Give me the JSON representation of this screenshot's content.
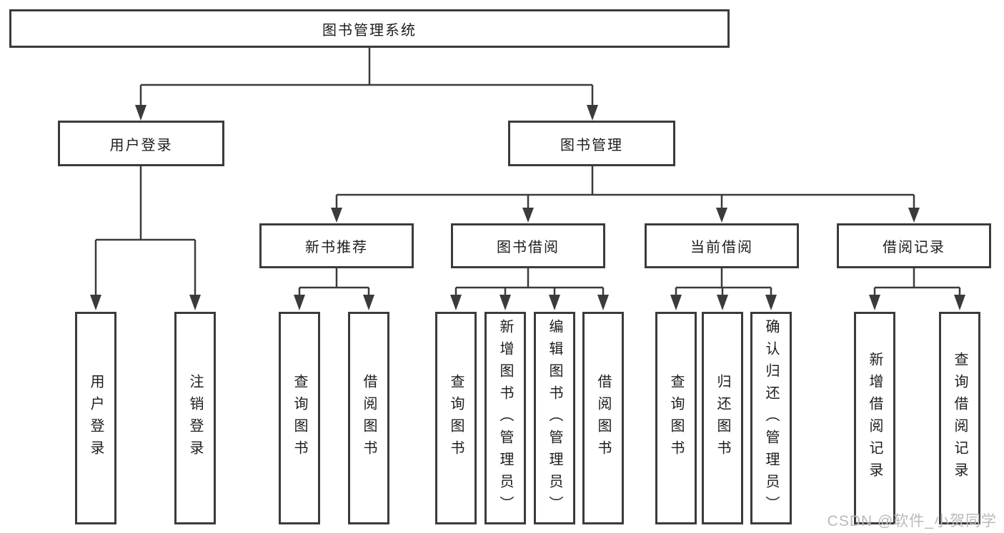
{
  "nodes": {
    "root": "图书管理系统",
    "level2": [
      "用户登录",
      "图书管理"
    ],
    "level3": [
      "新书推荐",
      "图书借阅",
      "当前借阅",
      "借阅记录"
    ],
    "leaves_user_login": [
      "用户登录",
      "注销登录"
    ],
    "leaves_new_books": [
      "查询图书",
      "借阅图书"
    ],
    "leaves_book_borrow": [
      "查询图书",
      "新增图书（管理员）",
      "编辑图书（管理员）",
      "借阅图书"
    ],
    "leaves_current_borrow": [
      "查询图书",
      "归还图书",
      "确认归还（管理员）"
    ],
    "leaves_records": [
      "新增借阅记录",
      "查询借阅记录"
    ]
  },
  "watermark": "CSDN @软件_小贺同学",
  "colors": {
    "line": "#3b3b3b",
    "text": "#1d1d1d",
    "watermark": "#b9b9b9",
    "background": "#ffffff"
  }
}
